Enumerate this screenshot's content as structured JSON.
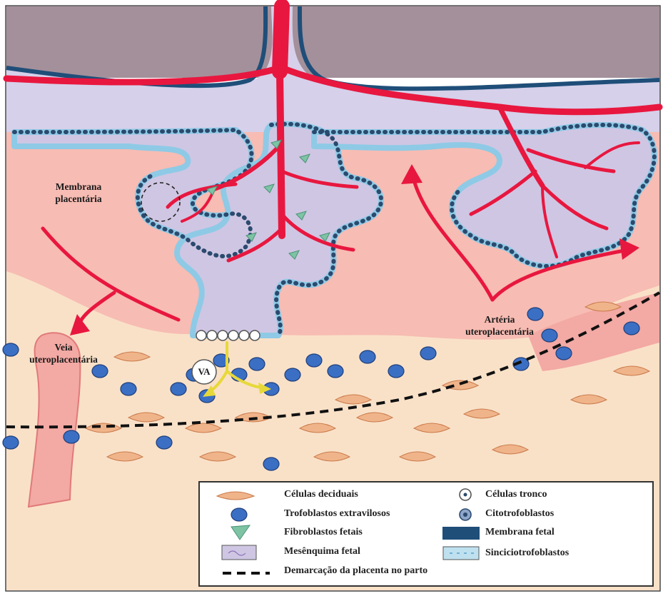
{
  "labels": {
    "membrana_placentaria": [
      "Membrana",
      "placentária"
    ],
    "arteria": [
      "Artéria",
      "uteroplacentária"
    ],
    "veia": [
      "Veia",
      "uteroplacentária"
    ],
    "va": "VA"
  },
  "legend": {
    "items": [
      {
        "id": "deciduais",
        "label": "Células deciduais",
        "icon": "decidual-cell-icon"
      },
      {
        "id": "tronco",
        "label": "Células tronco",
        "icon": "stem-cell-icon"
      },
      {
        "id": "trofoblastos",
        "label": "Trofoblastos extravilosos",
        "icon": "extravillous-trophoblast-icon"
      },
      {
        "id": "citotrofoblastos",
        "label": "Citotrofoblastos",
        "icon": "cytotrophoblast-icon"
      },
      {
        "id": "fibroblastos",
        "label": "Fibroblastos fetais",
        "icon": "fetal-fibroblast-icon"
      },
      {
        "id": "membrana_fetal",
        "label": "Membrana fetal",
        "icon": "fetal-membrane-icon"
      },
      {
        "id": "mesenquima",
        "label": "Mesênquima fetal",
        "icon": "fetal-mesenchyme-icon"
      },
      {
        "id": "sincicio",
        "label": "Sinciciotrofoblastos",
        "icon": "syncytiotrophoblast-icon"
      },
      {
        "id": "demarcacao",
        "label": "Demarcação da placenta no parto",
        "icon": "dashed-line-icon"
      }
    ]
  },
  "colors": {
    "fetal_membrane": "#1f4e79",
    "vessel_red": "#e8173f",
    "mesenchyme": "#cfc6e3",
    "syncytio": "#bfe1ef",
    "intervillous": "#f7bcb3",
    "decidua": "#f9e1c8",
    "decidual_cell": "#f0b48a",
    "trophoblast": "#3b6fc4",
    "fibroblast": "#7dc3a4",
    "va_arrow": "#e7d83a",
    "chorion_top": "#a4909a"
  }
}
